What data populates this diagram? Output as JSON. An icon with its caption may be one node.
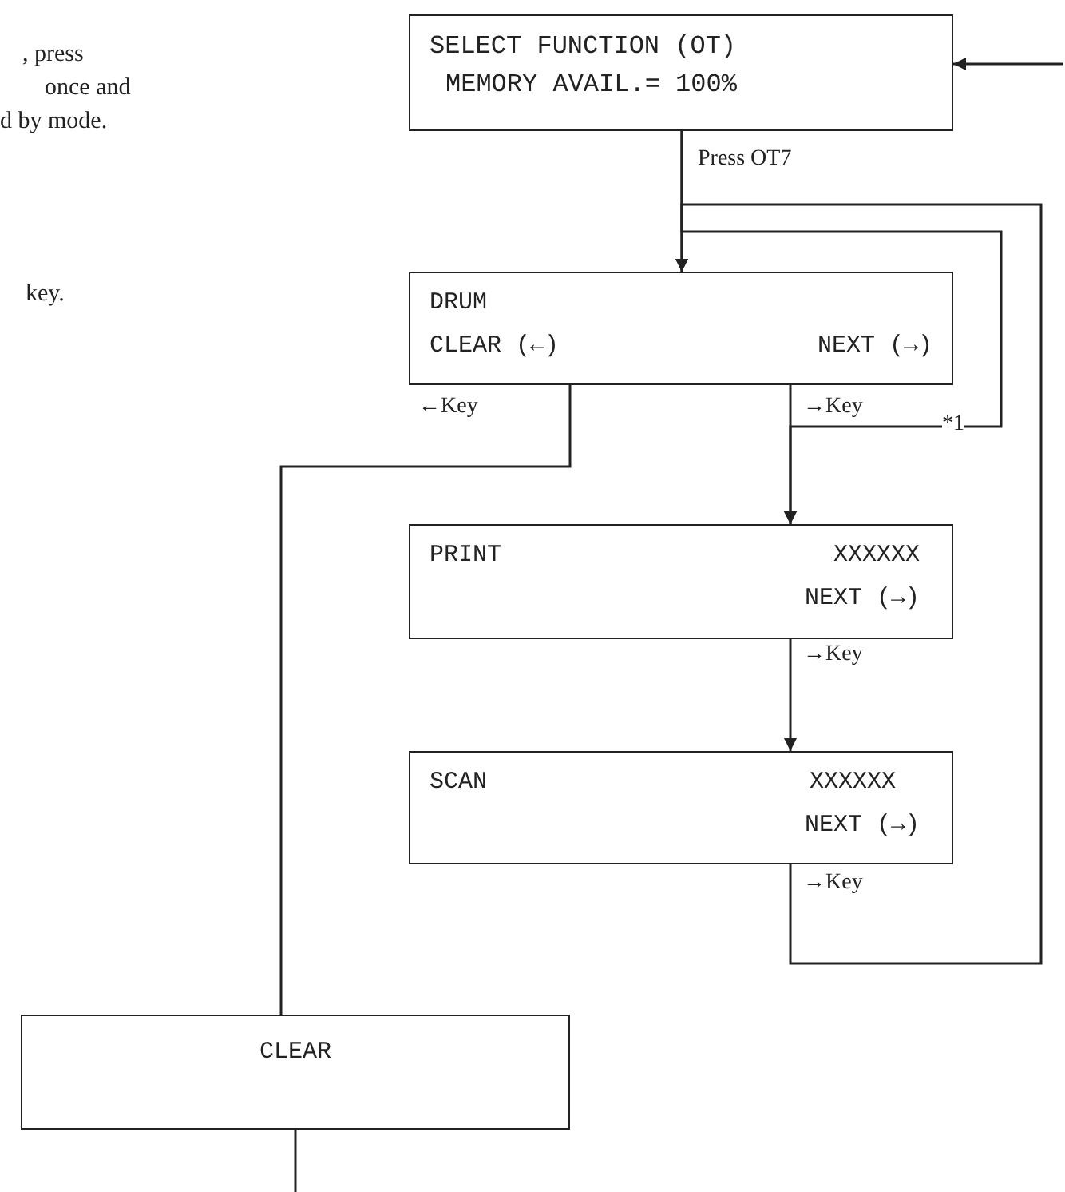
{
  "diagram": {
    "nodes": [
      {
        "text": [
          "SELECT FUNCTION (OT)",
          "MEMORY AVAIL.= 100%"
        ]
      },
      {
        "text": [
          "DRUM",
          "CLEAR (←)",
          "NEXT (→)"
        ]
      },
      {
        "text": [
          "PRINT",
          "XXXXXX",
          "NEXT (→)"
        ]
      },
      {
        "text": [
          "SCAN",
          "XXXXXX",
          "NEXT (→)"
        ]
      },
      {
        "text": [
          "CLEAR"
        ]
      }
    ],
    "edges": [
      {
        "from": 0,
        "to": 1,
        "arrow": "to",
        "label": "Press OT7"
      },
      {
        "from": 1,
        "to": 4,
        "arrow": "none",
        "label": "←Key"
      },
      {
        "from": 1,
        "to": 2,
        "arrow": "to",
        "label": "→Key"
      },
      {
        "from": 2,
        "to": 3,
        "arrow": "to",
        "label": "→Key"
      },
      {
        "from": 3,
        "to": 1,
        "arrow": "to",
        "label": "→Key"
      },
      {
        "from": 0,
        "to": 2,
        "arrow": "to",
        "label": "*1"
      },
      {
        "from": null,
        "to": 0,
        "arrow": "to"
      },
      {
        "from": 4,
        "to": null,
        "arrow": "none"
      }
    ],
    "labels": [
      ", press",
      "once and",
      "d by mode.",
      "key."
    ]
  }
}
